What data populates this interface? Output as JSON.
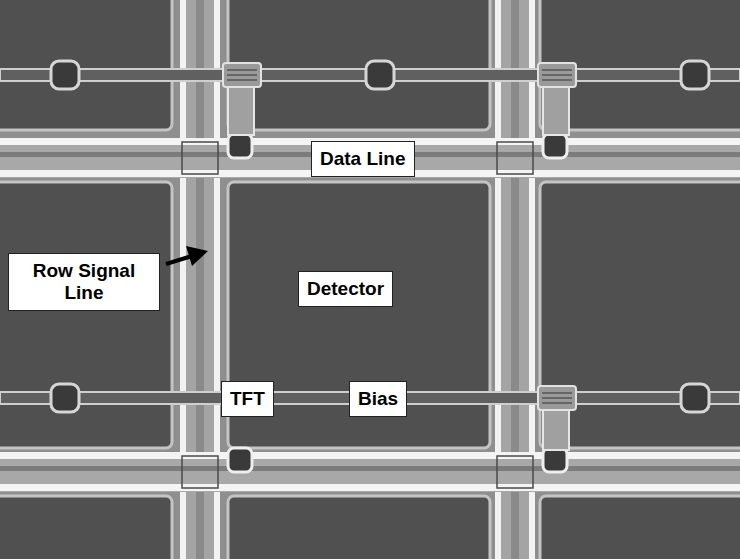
{
  "diagram": {
    "labels": [
      "Data Line",
      "Row Signal Line",
      "Detector",
      "TFT",
      "Bias"
    ]
  }
}
